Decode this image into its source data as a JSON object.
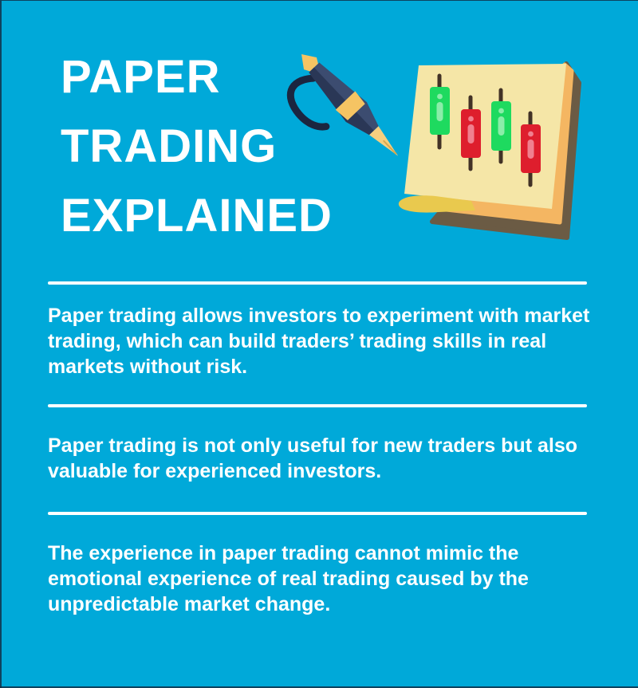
{
  "infographic": {
    "title": {
      "lines": [
        "PAPER",
        "TRADING",
        "EXPLAINED"
      ]
    },
    "sections": [
      {
        "lines": [
          "Paper trading allows investors to experiment with market",
          "trading, which can build traders’ trading skills in real",
          "markets without risk."
        ]
      },
      {
        "lines": [
          "Paper trading is not only useful for new traders but also",
          "valuable for experienced investors."
        ]
      },
      {
        "lines": [
          "The experience in paper trading cannot mimic the",
          "emotional experience of real trading caused by the",
          "unpredictable market change."
        ]
      }
    ]
  },
  "colors": {
    "background": "#00A9D9",
    "text": "#FFFFFF",
    "divider": "#FFFFFF",
    "candle_green": "#1EDA5F",
    "candle_green_light": "#8BEDA9",
    "candle_red": "#DE1E2D",
    "candle_red_light": "#F0808F",
    "wick": "#423226",
    "paper": "#F5E6A7",
    "paper_curl": "#E9C94E",
    "paper_under": "#F4B662",
    "paper_shadow": "#6B5B44",
    "pen_body": "#3C4C70",
    "pen_body_dark": "#2A3756",
    "pen_clip": "#1B2640",
    "pen_gold": "#F5C463",
    "pen_nib": "#F6CF7F",
    "nib_slit": "#D9A94F"
  }
}
